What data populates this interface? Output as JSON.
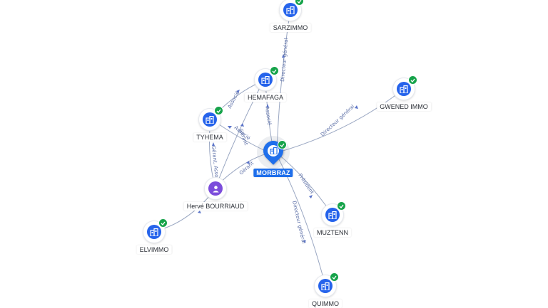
{
  "colors": {
    "company": "#2563eb",
    "person": "#7c4ddb",
    "verified": "#16a34a",
    "edge": "#9aa7c2",
    "edge_label": "#5b6ea6"
  },
  "nodes": {
    "sarzimmo": {
      "label": "SARZIMMO",
      "icon": "building-icon",
      "verified": true
    },
    "hemafaga": {
      "label": "HEMAFAGA",
      "icon": "building-icon",
      "verified": true
    },
    "tyhema": {
      "label": "TYHEMA",
      "icon": "building-icon",
      "verified": true
    },
    "gwened": {
      "label": "GWENED IMMO",
      "icon": "building-icon",
      "verified": true
    },
    "morbraz": {
      "label": "MORBRAZ",
      "icon": "building-icon",
      "verified": true
    },
    "herve": {
      "label": "Hervé BOURRIAUD",
      "icon": "person-icon",
      "verified": false
    },
    "muztenn": {
      "label": "MUZTENN",
      "icon": "building-icon",
      "verified": true
    },
    "elvimmo": {
      "label": "ELVIMMO",
      "icon": "building-icon",
      "verified": true
    },
    "quimmo": {
      "label": "QUIMMO",
      "icon": "building-icon",
      "verified": true
    }
  },
  "edges": {
    "morbraz_sarzimmo": "Directeur général",
    "hemafaga_morbraz": "Associé",
    "tyhema_hemafaga": "Associé",
    "morbraz_tyhema": "Associé",
    "herve_hemafaga": "Gérant",
    "herve_tyhema": "Gérant, Associé",
    "herve_morbraz": "Gérant",
    "morbraz_gwened": "Directeur général",
    "morbraz_muztenn": "Président",
    "morbraz_quimmo": "Directeur général"
  }
}
